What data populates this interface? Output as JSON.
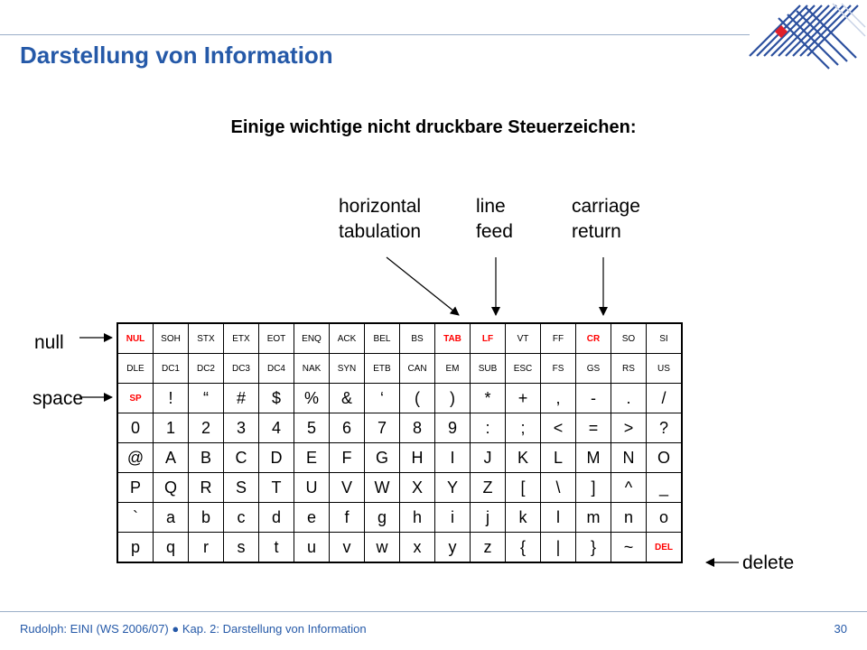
{
  "slide": {
    "title": "Darstellung von Information",
    "heading": "Einige wichtige nicht druckbare Steuerzeichen:",
    "footer": "Rudolph: EINI (WS 2006/07)  ●  Kap. 2: Darstellung von Information",
    "page_number": "30",
    "accent_color": "#2559a8",
    "highlight_color": "#ff0000"
  },
  "labels": {
    "horizontal_tabulation": [
      "horizontal",
      "tabulation"
    ],
    "line_feed": [
      "line",
      "feed"
    ],
    "carriage_return": [
      "carriage",
      "return"
    ],
    "null": "null",
    "space": "space",
    "delete": "delete"
  },
  "table": {
    "rows": [
      [
        "NUL",
        "SOH",
        "STX",
        "ETX",
        "EOT",
        "ENQ",
        "ACK",
        "BEL",
        "BS",
        "TAB",
        "LF",
        "VT",
        "FF",
        "CR",
        "SO",
        "SI"
      ],
      [
        "DLE",
        "DC1",
        "DC2",
        "DC3",
        "DC4",
        "NAK",
        "SYN",
        "ETB",
        "CAN",
        "EM",
        "SUB",
        "ESC",
        "FS",
        "GS",
        "RS",
        "US"
      ],
      [
        "SP",
        "!",
        "“",
        "#",
        "$",
        "%",
        "&",
        "‘",
        "(",
        ")",
        "*",
        "+",
        ",",
        "-",
        ".",
        "/"
      ],
      [
        "0",
        "1",
        "2",
        "3",
        "4",
        "5",
        "6",
        "7",
        "8",
        "9",
        ":",
        ";",
        "<",
        "=",
        ">",
        "?"
      ],
      [
        "@",
        "A",
        "B",
        "C",
        "D",
        "E",
        "F",
        "G",
        "H",
        "I",
        "J",
        "K",
        "L",
        "M",
        "N",
        "O"
      ],
      [
        "P",
        "Q",
        "R",
        "S",
        "T",
        "U",
        "V",
        "W",
        "X",
        "Y",
        "Z",
        "[",
        "\\",
        "]",
        "^",
        "_"
      ],
      [
        "`",
        "a",
        "b",
        "c",
        "d",
        "e",
        "f",
        "g",
        "h",
        "i",
        "j",
        "k",
        "l",
        "m",
        "n",
        "o"
      ],
      [
        "p",
        "q",
        "r",
        "s",
        "t",
        "u",
        "v",
        "w",
        "x",
        "y",
        "z",
        "{",
        "|",
        "}",
        "~",
        "DEL"
      ]
    ],
    "highlighted": [
      "NUL",
      "TAB",
      "LF",
      "CR",
      "SP",
      "DEL"
    ]
  }
}
